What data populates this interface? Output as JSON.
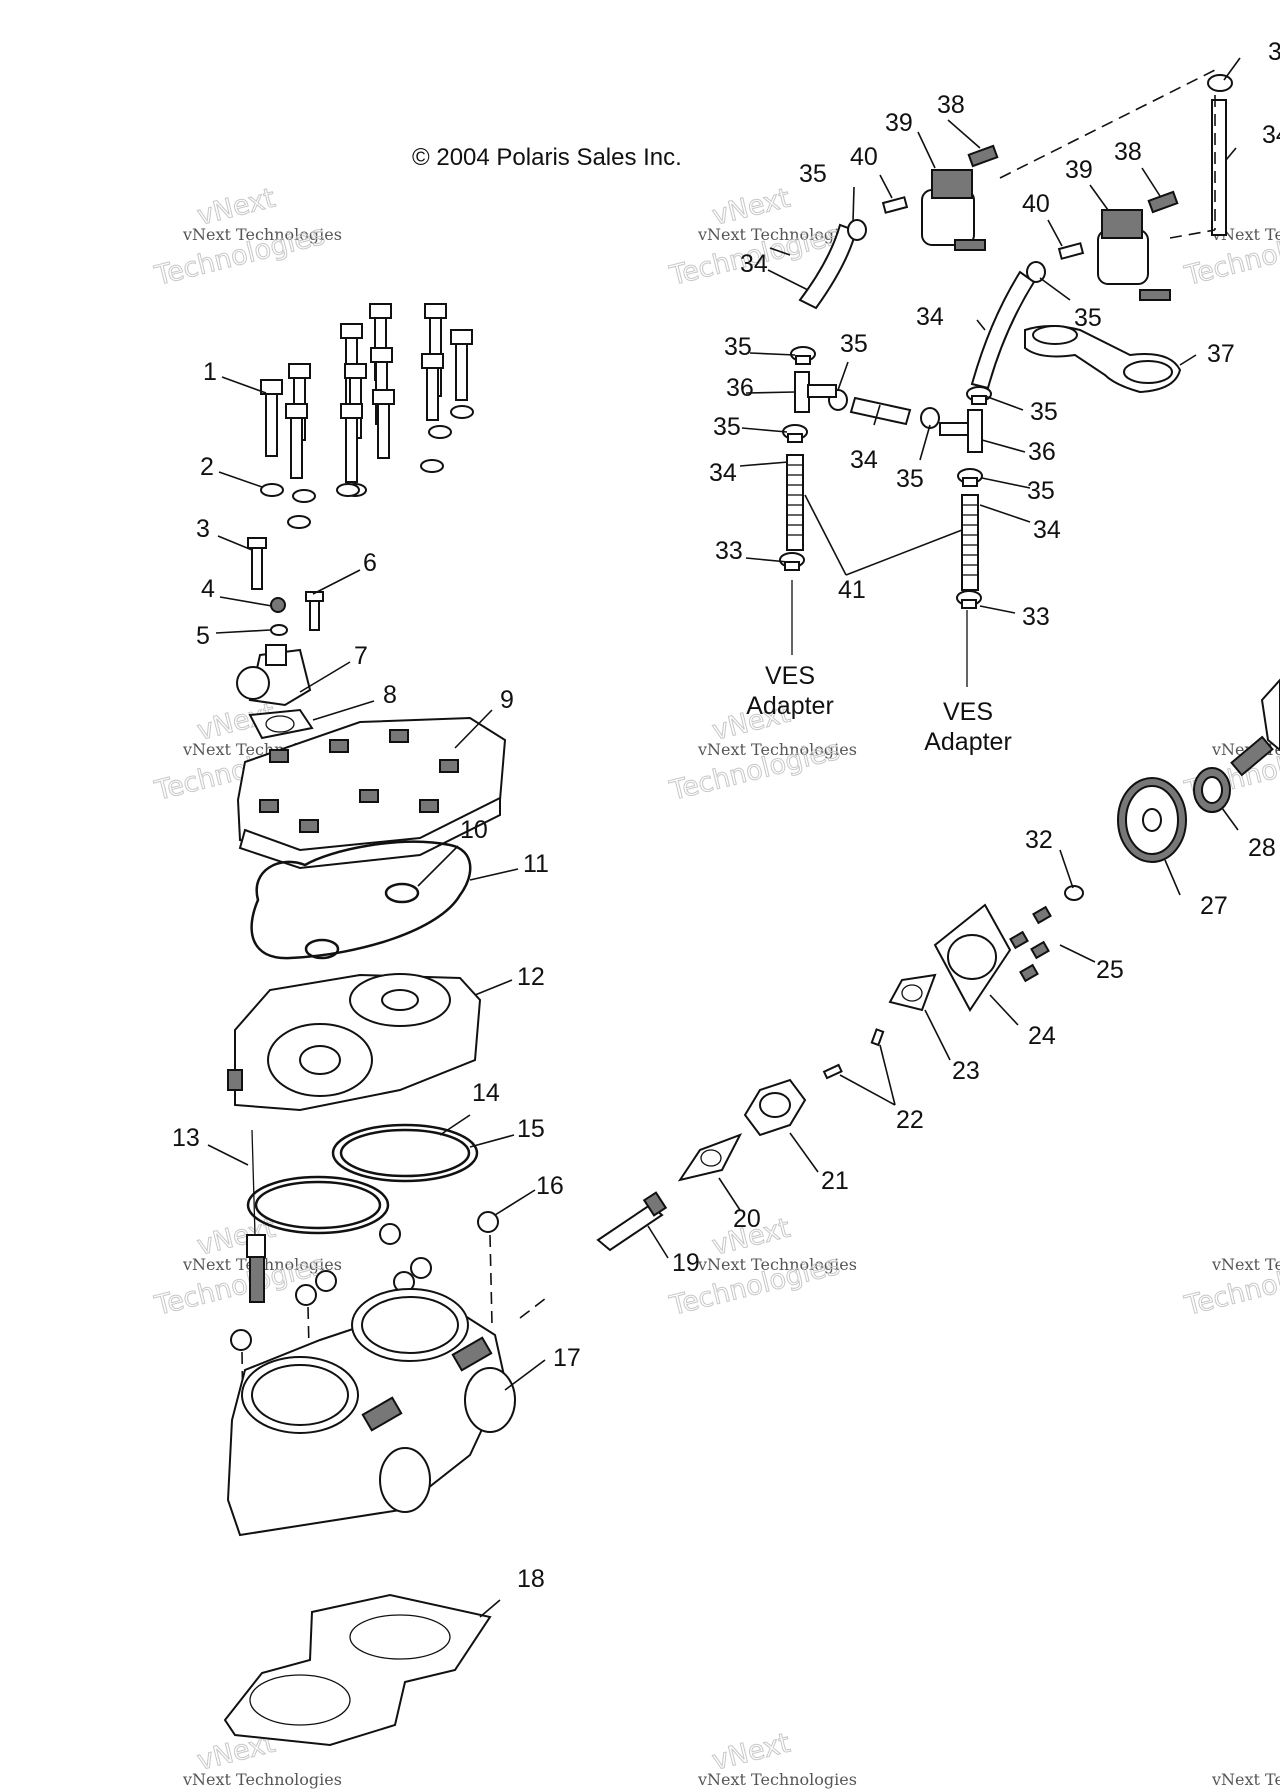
{
  "copyright": "© 2004 Polaris Sales Inc.",
  "watermark": {
    "line1": "vNext Technologies",
    "line2": "Technologies",
    "line3": "vNext"
  },
  "vesAdapter": {
    "line1": "VES",
    "line2": "Adapter"
  },
  "callouts": [
    "1",
    "2",
    "3",
    "4",
    "5",
    "6",
    "7",
    "8",
    "9",
    "10",
    "11",
    "12",
    "13",
    "14",
    "15",
    "16",
    "17",
    "18",
    "19",
    "20",
    "21",
    "22",
    "23",
    "24",
    "25",
    "27",
    "28",
    "32",
    "33",
    "34",
    "35",
    "36",
    "37",
    "38",
    "39",
    "40",
    "41"
  ]
}
